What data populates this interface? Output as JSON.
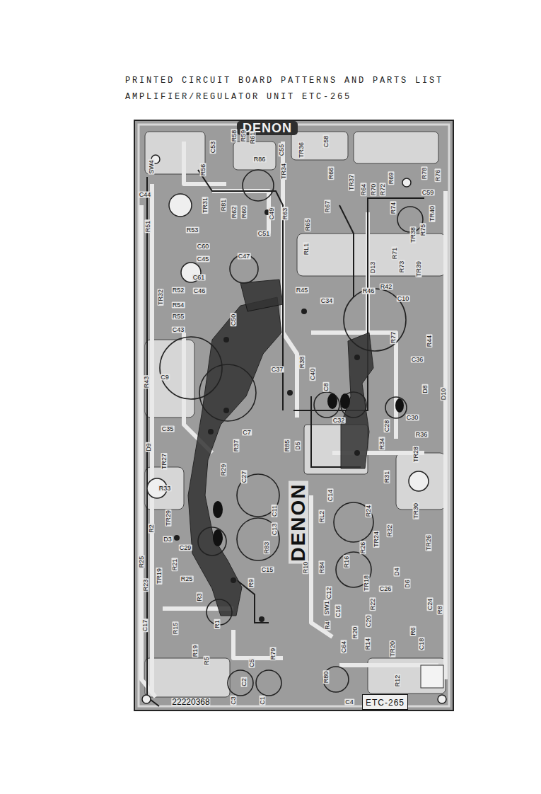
{
  "diagram": {
    "title": "PRINTED CIRCUIT BOARD PATTERNS AND PARTS LIST",
    "nodes": [
      {
        "text": [
          "ETC-265"
        ]
      }
    ],
    "labels": [
      "AMPLIFIER/REGULATOR UNIT ETC-265",
      "DENON",
      "SW4",
      "R58",
      "R59",
      "R61",
      "C53",
      "R86",
      "C55",
      "TR34",
      "TR36",
      "C58",
      "R66",
      "R56",
      "C44",
      "TR31",
      "R81",
      "R62",
      "R60",
      "C49",
      "R63",
      "R65",
      "R67",
      "TR37",
      "R64",
      "R70",
      "R72",
      "R69",
      "R74",
      "R78",
      "R76",
      "C59",
      "TR40",
      "R51",
      "R53",
      "C51",
      "RL1",
      "TR38",
      "R75",
      "C60",
      "C45",
      "C47",
      "R71",
      "D13",
      "R73",
      "TR39",
      "C61",
      "C46",
      "R52",
      "TR32",
      "R45",
      "R46",
      "R42",
      "C34",
      "C10",
      "R54",
      "R55",
      "C43",
      "C50",
      "R77",
      "R44",
      "C36",
      "C37",
      "R38",
      "C40",
      "C8",
      "R43",
      "C9",
      "D10",
      "D8",
      "C30",
      "C32",
      "C28",
      "R34",
      "R36",
      "TR28",
      "C35",
      "D9",
      "TR27",
      "C7",
      "R37",
      "R85",
      "D5",
      "R29",
      "C27",
      "R33",
      "R31",
      "TR29",
      "R2",
      "D3",
      "C11",
      "C13",
      "R83",
      "DENON",
      "RL2",
      "C14",
      "R24",
      "R32",
      "TR24",
      "TR30",
      "TR26",
      "C29",
      "R25",
      "R21",
      "C15",
      "R10",
      "R84",
      "R16",
      "R26",
      "D4",
      "D6",
      "TR19",
      "R23",
      "R25",
      "R9",
      "TR18",
      "C26",
      "R3",
      "C12",
      "SW1",
      "C16",
      "R22",
      "C24",
      "R8",
      "C17",
      "R15",
      "R1",
      "R4",
      "R20",
      "C20",
      "R6",
      "R14",
      "C64",
      "TR20",
      "C18",
      "R19",
      "R79",
      "C5",
      "R5",
      "R80",
      "C2",
      "R12",
      "C3",
      "C1",
      "C4",
      "22220368"
    ]
  }
}
